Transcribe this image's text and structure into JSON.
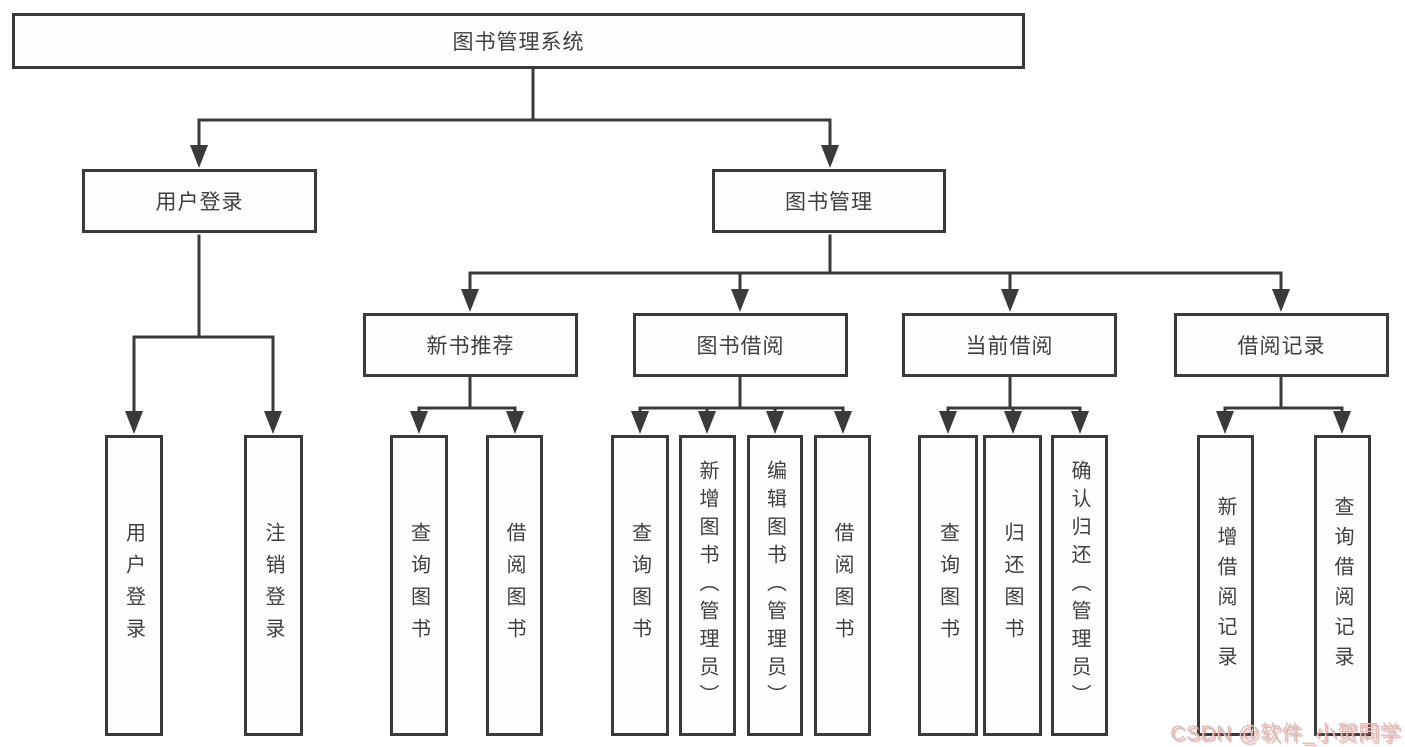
{
  "diagram": {
    "title": "图书管理系统",
    "level2": {
      "user_login": "用户登录",
      "book_mgmt": "图书管理"
    },
    "level3": {
      "new_book_rec": "新书推荐",
      "book_borrow": "图书借阅",
      "current_borrow": "当前借阅",
      "borrow_records": "借阅记录"
    },
    "leaves": {
      "user_login": "用户登录",
      "logout": "注销登录",
      "query_book_1": "查询图书",
      "borrow_book_1": "借阅图书",
      "query_book_2": "查询图书",
      "add_book": "新增图书（管理员）",
      "edit_book": "编辑图书（管理员）",
      "borrow_book_2": "借阅图书",
      "query_book_3": "查询图书",
      "return_book": "归还图书",
      "confirm_return": "确认归还（管理员）",
      "add_borrow_record": "新增借阅记录",
      "query_borrow_record": "查询借阅记录"
    }
  },
  "watermark": {
    "text": "CSDN @软件_小贺同学"
  },
  "colors": {
    "line": "#3a3a3a",
    "text": "#3f3f3f",
    "background": "#ffffff",
    "watermark_text": "#c9c9c9",
    "watermark_shadow": "#fc5a47"
  }
}
